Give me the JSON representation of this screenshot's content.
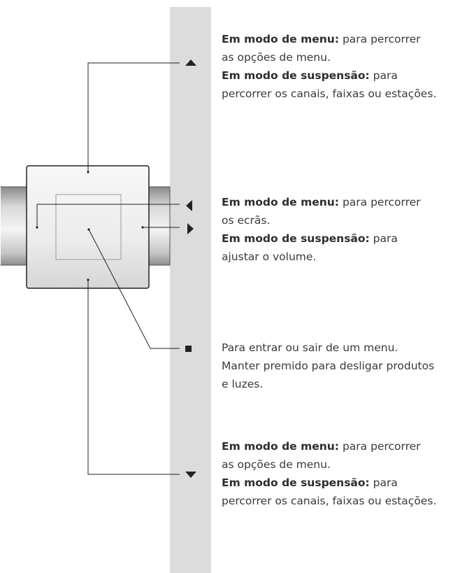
{
  "descriptions": [
    {
      "id": "up",
      "symbol": "up-arrow-icon",
      "lines": [
        {
          "label": "Em modo de menu:",
          "text": " para percorrer"
        },
        {
          "label": "",
          "text": "as opções de menu."
        },
        {
          "label": "Em modo de suspensão:",
          "text": " para"
        },
        {
          "label": "",
          "text": "percorrer os canais, faixas ou estações."
        }
      ]
    },
    {
      "id": "left-right",
      "symbol": "left-right-arrow-icons",
      "lines": [
        {
          "label": "Em modo de menu:",
          "text": " para percorrer"
        },
        {
          "label": "",
          "text": "os ecrãs."
        },
        {
          "label": "Em modo de suspensão:",
          "text": " para"
        },
        {
          "label": "",
          "text": "ajustar o volume."
        }
      ]
    },
    {
      "id": "center",
      "symbol": "square-stop-icon",
      "lines": [
        {
          "label": "",
          "text": "Para entrar ou sair de um menu."
        },
        {
          "label": "",
          "text": "Manter premido para desligar produtos"
        },
        {
          "label": "",
          "text": "e luzes."
        }
      ]
    },
    {
      "id": "down",
      "symbol": "down-arrow-icon",
      "lines": [
        {
          "label": "Em modo de menu:",
          "text": " para percorrer"
        },
        {
          "label": "",
          "text": "as opções de menu."
        },
        {
          "label": "Em modo de suspensão:",
          "text": " para"
        },
        {
          "label": "",
          "text": "percorrer os canais, faixas ou estações."
        }
      ]
    }
  ],
  "colors": {
    "band": "#dcdcdc",
    "text": "#3a3a3a",
    "symbol": "#222222",
    "line": "#222222"
  }
}
